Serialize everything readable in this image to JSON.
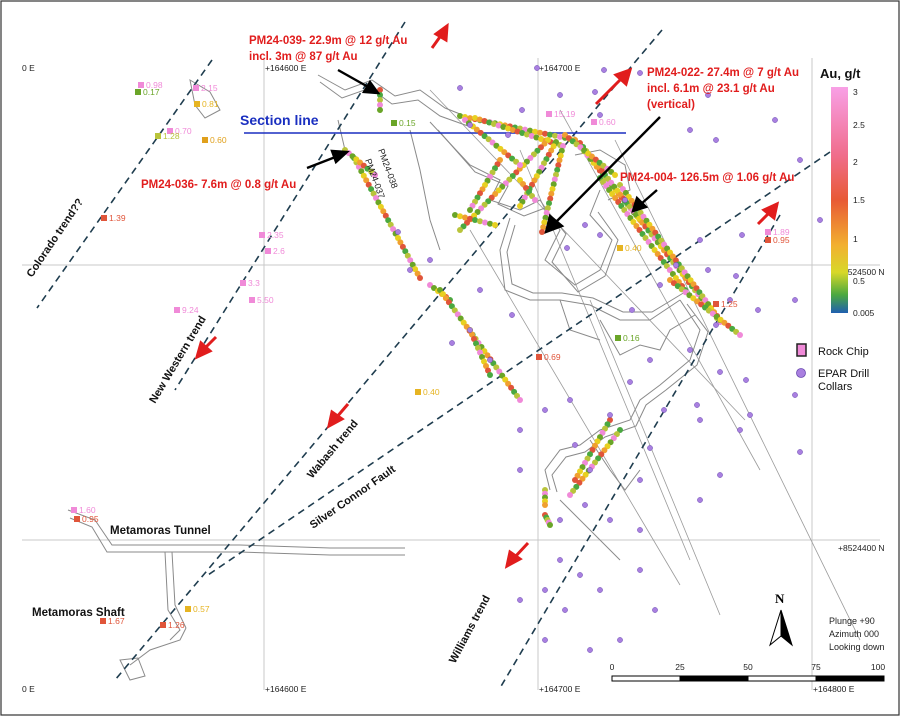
{
  "grid": {
    "x_top": [
      "+164600 E",
      "+164700 E"
    ],
    "x_bottom": [
      "+164600 E",
      "+164700 E",
      "+164800 E"
    ],
    "x_left_partial": "0 E",
    "y_right": [
      "+8524500 N",
      "+8524400 N"
    ]
  },
  "callouts": {
    "pm24_039_line1": "PM24-039- 22.9m @ 12 g/t Au",
    "pm24_039_line2": "incl. 3m @ 87 g/t Au",
    "pm24_022_line1": "PM24-022- 27.4m @ 7 g/t Au",
    "pm24_022_line2": "incl. 6.1m @ 23.1 g/t Au",
    "pm24_022_line3": "(vertical)",
    "pm24_036": "PM24-036- 7.6m @ 0.8 g/t Au",
    "pm24_004": "PM24-004- 126.5m @ 1.06 g/t Au"
  },
  "section_line_label": "Section line",
  "hole_labels": [
    "PM24-038",
    "PM24-037"
  ],
  "trends": {
    "colorado": "Colorado trend??",
    "new_western": "New Western trend",
    "wabash": "Wabash trend",
    "silver_connor": "Silver Connor Fault",
    "williams": "Williams trend"
  },
  "features": {
    "tunnel": "Metamoras Tunnel",
    "shaft": "Metamoras Shaft"
  },
  "samples": [
    {
      "v": "0.98",
      "c": "#f08ad8"
    },
    {
      "v": "0.17",
      "c": "#6aa528"
    },
    {
      "v": "2.15",
      "c": "#f08ad8"
    },
    {
      "v": "0.81",
      "c": "#e6b422"
    },
    {
      "v": "0.70",
      "c": "#f08ad8"
    },
    {
      "v": "1.28",
      "c": "#b9c43b"
    },
    {
      "v": "0.60",
      "c": "#e0a01c"
    },
    {
      "v": "1.39",
      "c": "#e0553a"
    },
    {
      "v": "2.35",
      "c": "#f08ad8"
    },
    {
      "v": "2.6",
      "c": "#f08ad8"
    },
    {
      "v": "3.3",
      "c": "#f08ad8"
    },
    {
      "v": "5.50",
      "c": "#f08ad8"
    },
    {
      "v": "9.24",
      "c": "#f08ad8"
    },
    {
      "v": "15.19",
      "c": "#f08ad8"
    },
    {
      "v": "0.60",
      "c": "#f08ad8"
    },
    {
      "v": "0.15",
      "c": "#6aa528"
    },
    {
      "v": "0.40",
      "c": "#e6b422"
    },
    {
      "v": "1.25",
      "c": "#e0553a"
    },
    {
      "v": "1.89",
      "c": "#f08ad8"
    },
    {
      "v": "0.95",
      "c": "#e0553a"
    },
    {
      "v": "0.69",
      "c": "#e0553a"
    },
    {
      "v": "0.16",
      "c": "#6aa528"
    },
    {
      "v": "0.40",
      "c": "#e6b422"
    },
    {
      "v": "1.60",
      "c": "#f08ad8"
    },
    {
      "v": "0.95",
      "c": "#e0553a"
    },
    {
      "v": "0.57",
      "c": "#e6b422"
    },
    {
      "v": "1.67",
      "c": "#e0553a"
    },
    {
      "v": "1.26",
      "c": "#e0553a"
    }
  ],
  "legend": {
    "title": "Au, g/t",
    "ticks": [
      "3",
      "2.5",
      "2",
      "1.5",
      "1",
      "0.5",
      "0.005"
    ],
    "rock_chip": "Rock Chip",
    "drill_line1": "EPAR Drill",
    "drill_line2": "Collars",
    "colors": {
      "pink": "#f08ad8",
      "red": "#e0553a",
      "orange": "#f0a030",
      "yellow": "#e8d020",
      "green": "#6aa528",
      "blue": "#1f5fb0"
    }
  },
  "north_label": "N",
  "scale_ticks": [
    "0",
    "25",
    "50",
    "75",
    "100"
  ],
  "view_notes": [
    "Plunge +90",
    "Azimuth 000",
    "Looking down"
  ]
}
